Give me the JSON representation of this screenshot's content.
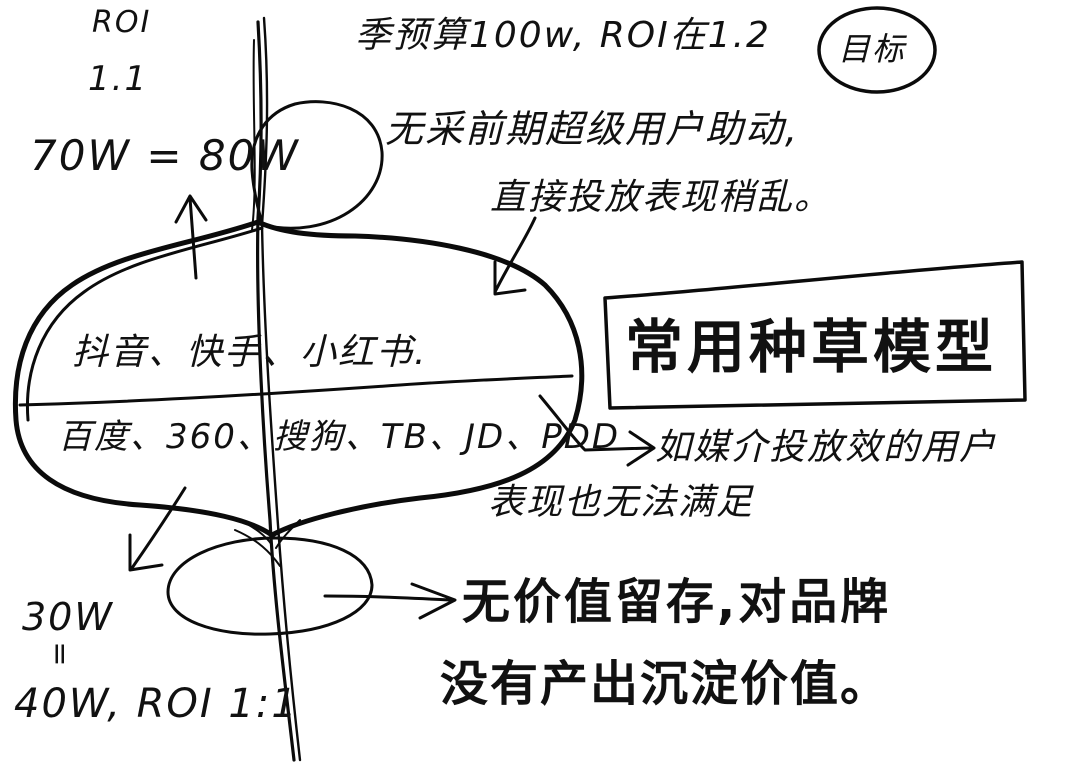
{
  "header": {
    "budget_note": "季预算100w, ROI在1.2",
    "target_badge": "目标"
  },
  "top_left": {
    "roi_label": "ROI",
    "roi_value": "1.1",
    "split": "70W = 80W"
  },
  "upper_note": {
    "line1": "无采前期超级用户助动,",
    "line2": "直接投放表现稍乱。"
  },
  "funnel": {
    "upper_band": "抖音、快手、小红书.",
    "lower_band": "百度、360、搜狗、TB、JD、PDD"
  },
  "model_box": {
    "title": "常用种草模型"
  },
  "side_note": {
    "line1": "如媒介投放效的用户",
    "line2": "表现也无法满足"
  },
  "bottom_right_note": {
    "line1": "无价值留存,对品牌",
    "line2": "没有产出沉淀价值。"
  },
  "bottom_left": {
    "amount": "30W",
    "equals": "=",
    "total": "40W, ROI 1:1"
  }
}
